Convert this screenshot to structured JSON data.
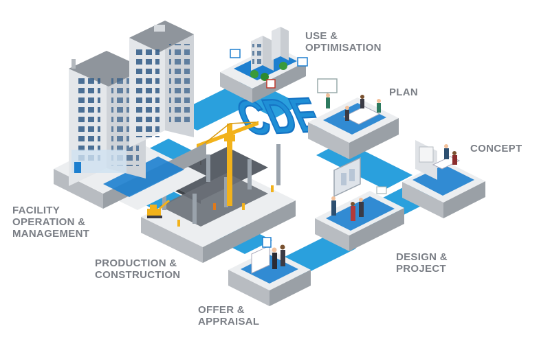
{
  "center_label": "CDE",
  "colors": {
    "path": "#2aa0dd",
    "path_dark": "#1574c4",
    "platform_top": "#eceef0",
    "platform_side": "#b8bcc1",
    "platform_side_dark": "#9aa0a6",
    "label": "#7a7e85",
    "crane": "#f2b21b",
    "building": "#dfe2e6",
    "window": "#2a4f7a"
  },
  "stages": [
    {
      "id": "use-optimisation",
      "lines": [
        "USE &",
        "OPTIMISATION"
      ]
    },
    {
      "id": "plan",
      "lines": [
        "PLAN"
      ]
    },
    {
      "id": "concept",
      "lines": [
        "CONCEPT"
      ]
    },
    {
      "id": "design-project",
      "lines": [
        "DESIGN &",
        "PROJECT"
      ]
    },
    {
      "id": "offer-appraisal",
      "lines": [
        "OFFER &",
        "APPRAISAL"
      ]
    },
    {
      "id": "production-construction",
      "lines": [
        "PRODUCTION &",
        "CONSTRUCTION"
      ]
    },
    {
      "id": "facility-operation",
      "lines": [
        "FACILITY",
        "OPERATION &",
        "MANAGEMENT"
      ]
    }
  ]
}
